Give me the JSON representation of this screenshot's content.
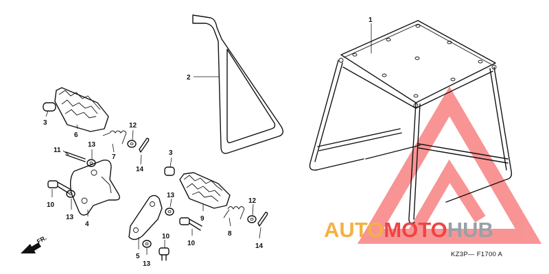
{
  "diagram": {
    "drawing_code": "KZ3P— F1700 A",
    "direction_label": "FR.",
    "callouts": {
      "c1": "1",
      "c2": "2",
      "c3a": "3",
      "c3b": "3",
      "c4": "4",
      "c5": "5",
      "c6": "6",
      "c7": "7",
      "c8": "8",
      "c9": "9",
      "c10a": "10",
      "c10b": "10",
      "c10c": "10",
      "c11": "11",
      "c12a": "12",
      "c12b": "12",
      "c13a": "13",
      "c13b": "13",
      "c13c": "13",
      "c13d": "13",
      "c14a": "14",
      "c14b": "14"
    }
  },
  "watermark": {
    "text_orange": "AUTO",
    "text_red": "MOTO",
    "text_gray": "HUB",
    "color_orange": "#f5b041",
    "color_red": "#ef4444",
    "color_gray": "#9aa0a6",
    "logo_color": "#f87171"
  }
}
